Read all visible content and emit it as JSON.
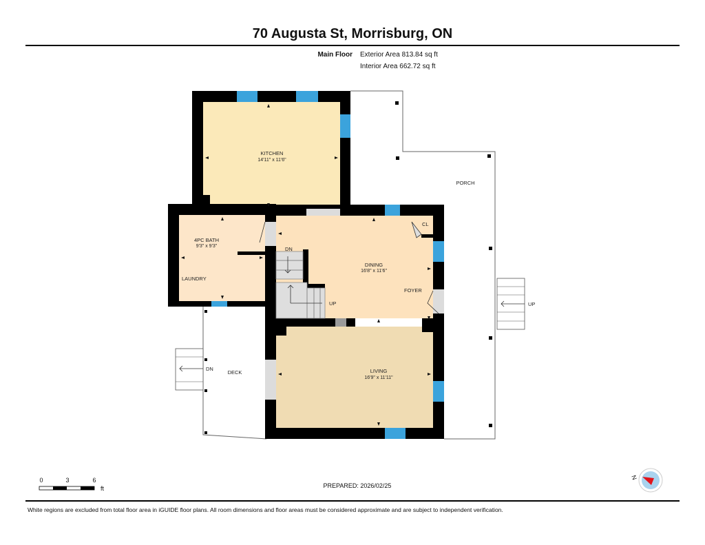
{
  "header": {
    "title": "70 Augusta St, Morrisburg, ON",
    "floor_label": "Main Floor",
    "exterior_area": "Exterior Area 813.84 sq ft",
    "interior_area": "Interior Area 662.72 sq ft"
  },
  "rooms": {
    "kitchen": {
      "name": "KITCHEN",
      "dims": "14'11\" x 11'6\""
    },
    "bath": {
      "name": "4PC BATH",
      "dims": "9'3\" x 9'3\""
    },
    "laundry": {
      "name": "LAUNDRY"
    },
    "dining": {
      "name": "DINING",
      "dims": "16'8\" x 11'6\""
    },
    "living": {
      "name": "LIVING",
      "dims": "16'9\" x 11'11\""
    },
    "foyer": {
      "name": "FOYER"
    },
    "closet": {
      "name": "CL"
    },
    "porch": {
      "name": "PORCH"
    },
    "deck": {
      "name": "DECK"
    }
  },
  "stairs": {
    "interior_down": "DN",
    "interior_up": "UP",
    "porch_up": "UP",
    "deck_down": "DN"
  },
  "scale": {
    "ticks": [
      "0",
      "3",
      "6"
    ],
    "unit": "ft"
  },
  "compass": {
    "label": "N"
  },
  "prepared": "PREPARED: 2026/02/25",
  "footer": {
    "disclaimer": "White regions are excluded from total floor area in iGUIDE floor plans. All room dimensions and floor areas must be considered approximate and are subject to independent verification."
  },
  "colors": {
    "kitchen": "#fbe9b9",
    "bath": "#fde6c9",
    "dining": "#fde2bd",
    "living": "#f0dcb3",
    "window": "#3ba3dc",
    "wall": "#000000"
  }
}
